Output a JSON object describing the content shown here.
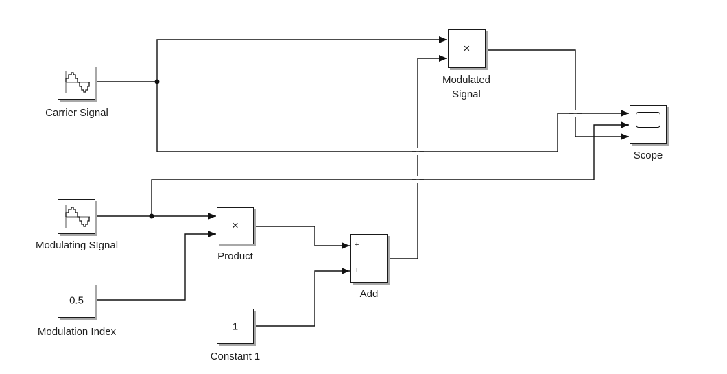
{
  "blocks": {
    "carrier": {
      "label": "Carrier Signal"
    },
    "modulating": {
      "label": "Modulating SIgnal"
    },
    "mod_index": {
      "label": "Modulation Index",
      "value": "0.5"
    },
    "constant": {
      "label": "Constant 1",
      "value": "1"
    },
    "product": {
      "label": "Product",
      "symbol": "×"
    },
    "add": {
      "label": "Add",
      "port1": "+",
      "port2": "+"
    },
    "modulated": {
      "label_line1": "Modulated",
      "label_line2": "Signal",
      "symbol": "×"
    },
    "scope": {
      "label": "Scope"
    }
  },
  "colors": {
    "line": "#111111",
    "shadow": "#a8a8a8",
    "text": "#1f1f1f"
  }
}
